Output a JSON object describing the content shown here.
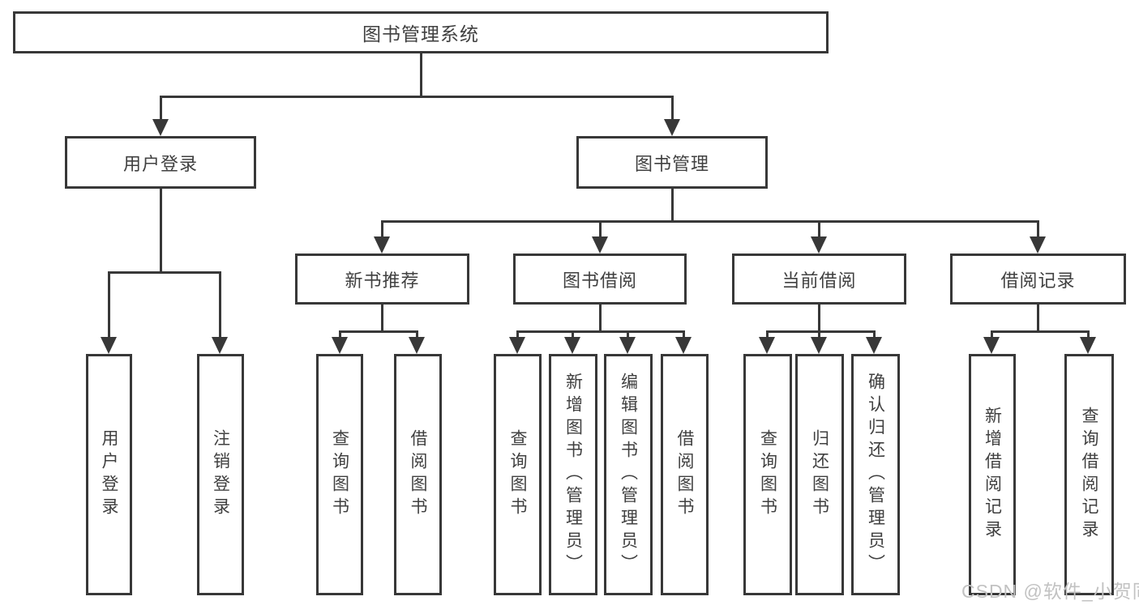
{
  "diagram_title": "图书管理系统",
  "tree": {
    "root": "图书管理系统",
    "children": [
      {
        "label": "用户登录",
        "children": [
          "用户登录",
          "注销登录"
        ]
      },
      {
        "label": "图书管理",
        "children": [
          {
            "label": "新书推荐",
            "children": [
              "查询图书",
              "借阅图书"
            ]
          },
          {
            "label": "图书借阅",
            "children": [
              "查询图书",
              "新增图书（管理员）",
              "编辑图书（管理员）",
              "借阅图书"
            ]
          },
          {
            "label": "当前借阅",
            "children": [
              "查询图书",
              "归还图书",
              "确认归还（管理员）"
            ]
          },
          {
            "label": "借阅记录",
            "children": [
              "新增借阅记录",
              "查询借阅记录"
            ]
          }
        ]
      }
    ]
  },
  "watermark": "CSDN @软件_小贺同学",
  "colors": {
    "line": "#383838",
    "box_border": "#383838",
    "text": "#404040",
    "background": "#ffffff",
    "watermark": "#c2c2c2"
  }
}
